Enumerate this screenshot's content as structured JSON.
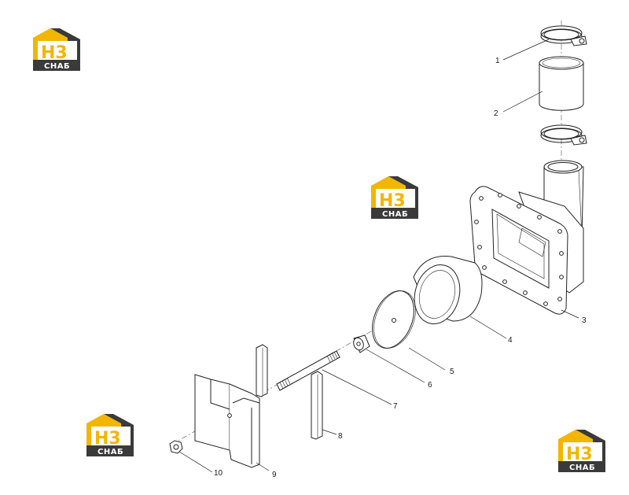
{
  "watermark": {
    "letters": "H3",
    "sub": "CHAБ",
    "colors": {
      "yellow": "#f2b600",
      "dark": "#3a3a3a",
      "white": "#ffffff"
    }
  },
  "parts": [
    {
      "id": "1",
      "label": "1"
    },
    {
      "id": "2",
      "label": "2"
    },
    {
      "id": "3",
      "label": "3"
    },
    {
      "id": "4",
      "label": "4"
    },
    {
      "id": "5",
      "label": "5"
    },
    {
      "id": "6",
      "label": "6"
    },
    {
      "id": "7",
      "label": "7"
    },
    {
      "id": "8",
      "label": "8"
    },
    {
      "id": "9",
      "label": "9"
    },
    {
      "id": "10",
      "label": "10"
    }
  ]
}
